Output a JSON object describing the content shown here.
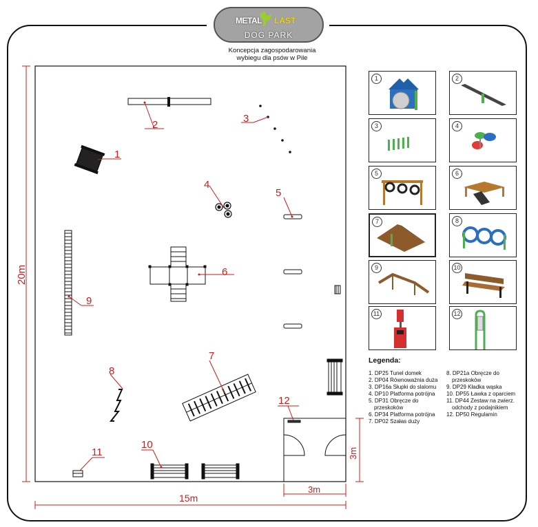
{
  "logo": {
    "metal": "METAL",
    "last": "LAST",
    "subline": "DOG PARK"
  },
  "subtitle": {
    "line1": "Koncepcja zagospodarowania",
    "line2": "wybiegu dla psów w Pile"
  },
  "dimensions": {
    "height": "20m",
    "width": "15m",
    "zone_width": "3m",
    "zone_height": "3m"
  },
  "markers": [
    "1",
    "2",
    "3",
    "4",
    "5",
    "6",
    "7",
    "8",
    "9",
    "10",
    "11",
    "12"
  ],
  "tiles": [
    "1",
    "2",
    "3",
    "4",
    "5",
    "6",
    "7",
    "8",
    "9",
    "10",
    "11",
    "12"
  ],
  "legend": {
    "title": "Legenda:",
    "left": [
      "1. DP25 Tunel domek",
      "2. DP04 Równoważnia duża",
      "3. DP16a Słupki do slalomu",
      "4. DP10 Platforma potrójna",
      "5. DP31 Obręcze do",
      "przeskoków",
      "6. DP34 Platforma potrójna",
      "7. DP02 Szałas duży"
    ],
    "right": [
      "8. DP21a Obręcze do",
      "przeskoków",
      "9. DP29 Kładka wąska",
      "10. DP55 Ławka z oparciem",
      "11. DP44 Zestaw na zwierz.",
      "odchody z podajnikiem",
      "12. DP50 Regulamin"
    ]
  },
  "colors": {
    "dimension_red": "#d01b1b",
    "logo_gray": "#a3a3a3",
    "logo_yellow": "#f2d30f",
    "logo_green": "#9acd32"
  }
}
